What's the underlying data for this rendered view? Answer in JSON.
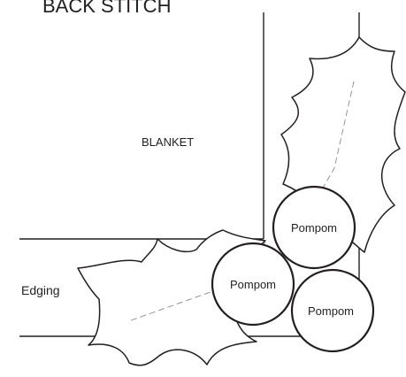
{
  "heading": "BACK STITCH",
  "labels": {
    "blanket": "BLANKET",
    "edging": "Edging"
  },
  "pompoms": [
    "Pompom",
    "Pompom",
    "Pompom"
  ],
  "colors": {
    "ink": "#231f20",
    "stitch_line": "#8a8a8a",
    "background": "#ffffff"
  }
}
